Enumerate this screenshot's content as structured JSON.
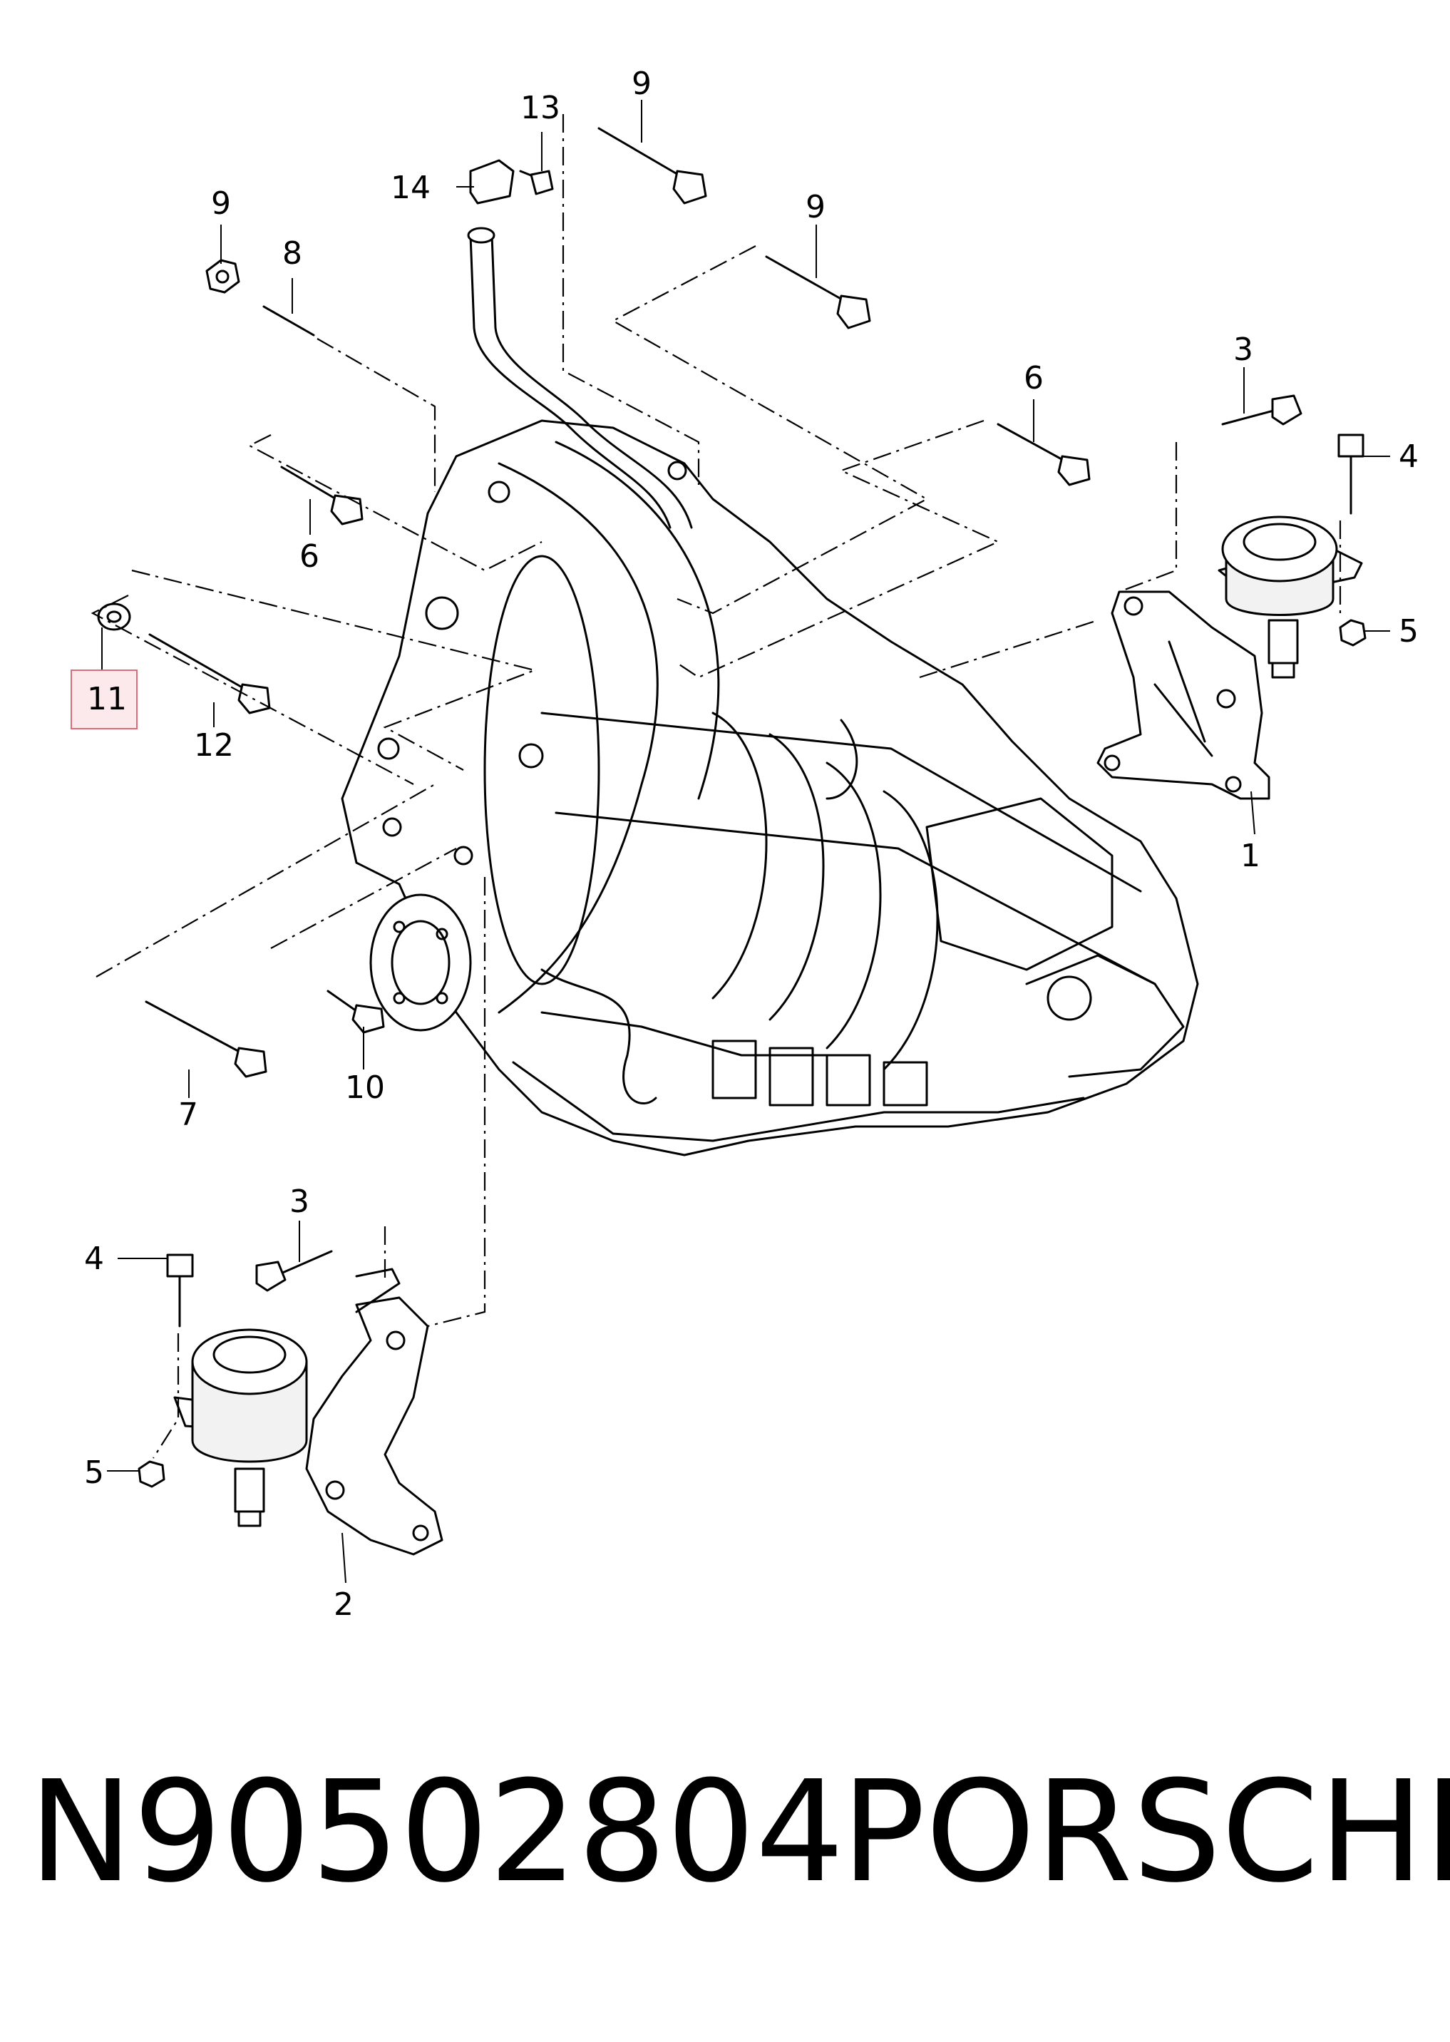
{
  "diagram": {
    "callouts": [
      "1",
      "2",
      "3",
      "3",
      "4",
      "4",
      "5",
      "5",
      "6",
      "6",
      "7",
      "8",
      "9",
      "9",
      "9",
      "10",
      "11",
      "12",
      "13",
      "14"
    ],
    "highlighted_callout": "11",
    "highlight_color": "#e06b78",
    "highlight_fill": "#fbe9ec"
  },
  "footer": {
    "part_number": "N90502804",
    "brand": "PORSCHE"
  }
}
